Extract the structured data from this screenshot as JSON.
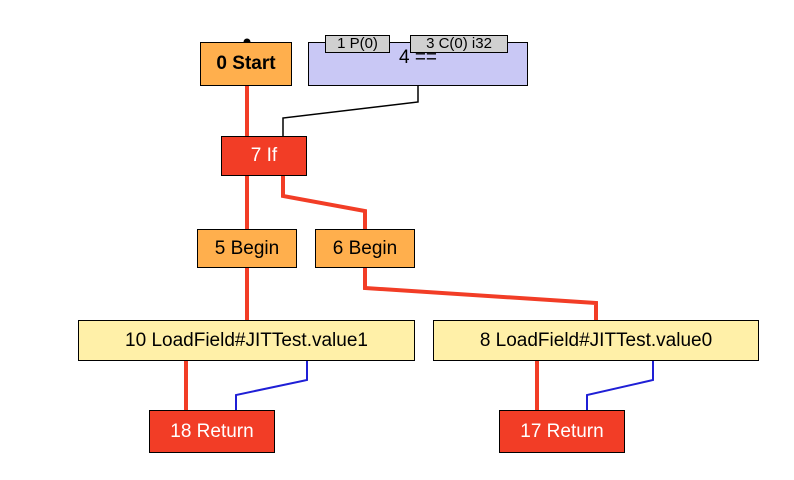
{
  "colors": {
    "control_edge": "#f23d26",
    "data_edge": "#1f1fd6",
    "input_edge": "#000000",
    "start_fill": "#ffaf4d",
    "control_fill": "#f23d26",
    "load_fill": "#fff0a8",
    "compare_fill": "#c9c8f5",
    "port_fill": "#d0d0d0"
  },
  "nodes": {
    "start": "0 Start",
    "compare": "4 ==",
    "compare_inputs": [
      "1 P(0)",
      "3 C(0) i32"
    ],
    "if": "7 If",
    "begin5": "5 Begin",
    "begin6": "6 Begin",
    "load10": "10 LoadField#JITTest.value1",
    "load8": "8 LoadField#JITTest.value0",
    "return18": "18 Return",
    "return17": "17 Return"
  }
}
